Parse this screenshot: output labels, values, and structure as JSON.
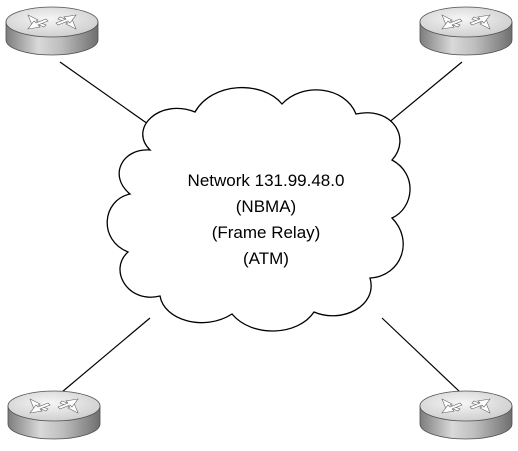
{
  "cloud": {
    "lines": [
      "Network 131.99.48.0",
      "(NBMA)",
      "(Frame Relay)",
      "(ATM)"
    ]
  },
  "routers": [
    {
      "id": "top-left",
      "icon": "router-icon"
    },
    {
      "id": "top-right",
      "icon": "router-icon"
    },
    {
      "id": "bottom-left",
      "icon": "router-icon"
    },
    {
      "id": "bottom-right",
      "icon": "router-icon"
    }
  ],
  "colors": {
    "router_top": "#e4e4e4",
    "router_side": "#9a9a9a",
    "router_outline": "#555555",
    "cloud_fill": "#ffffff",
    "line": "#000000"
  }
}
